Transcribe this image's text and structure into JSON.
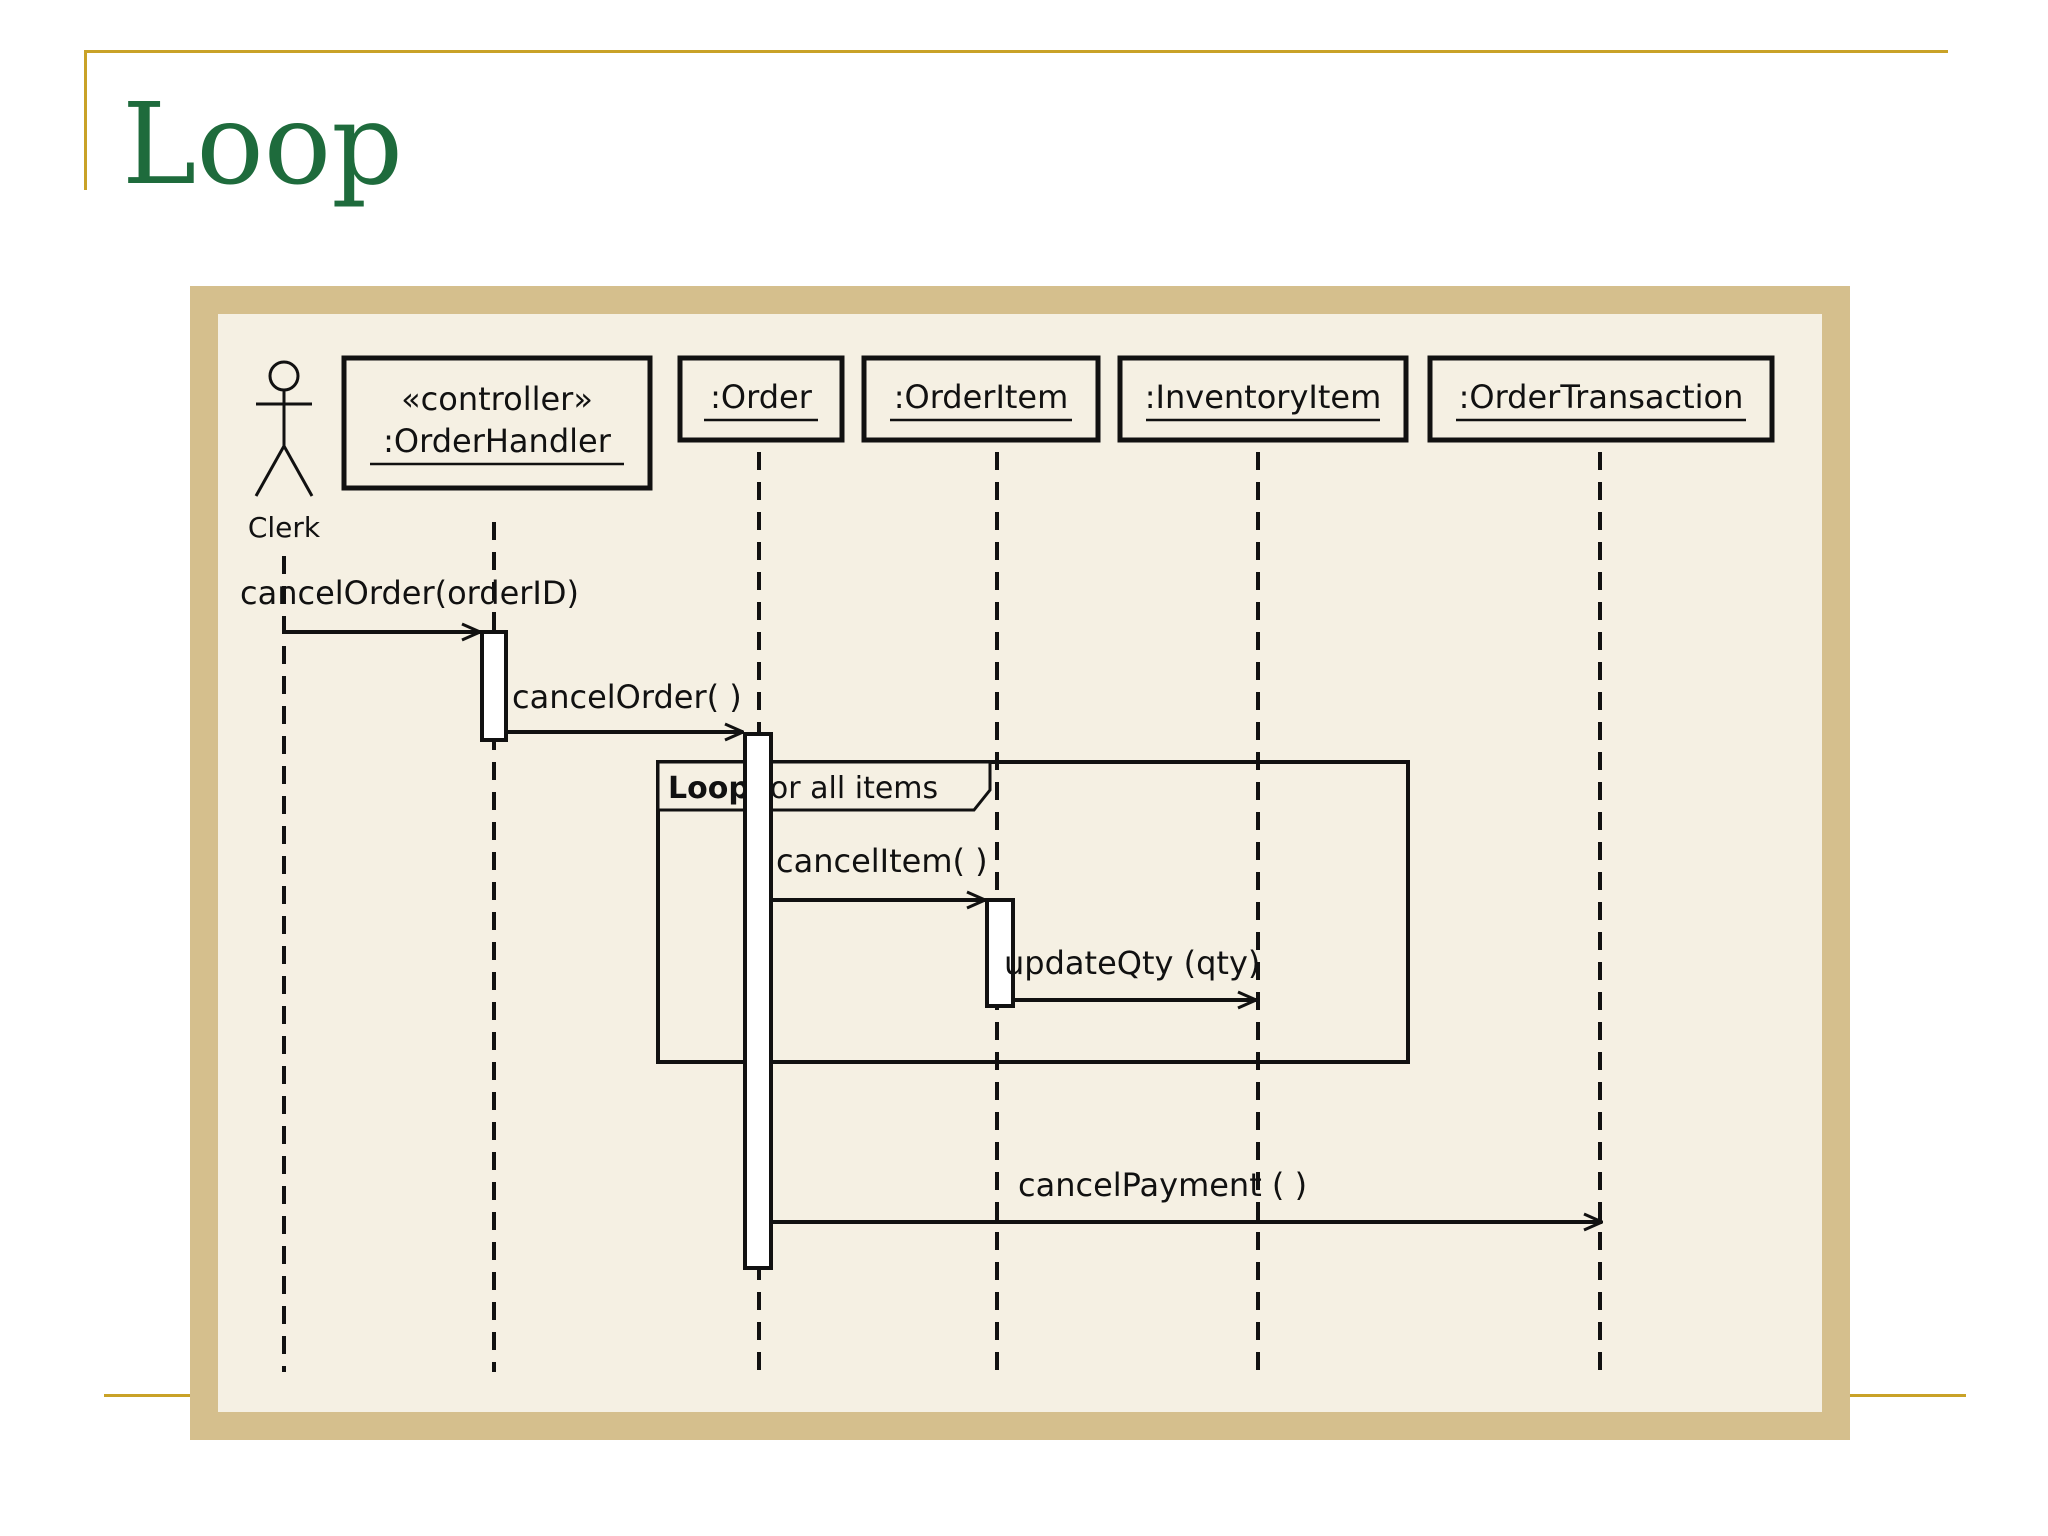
{
  "slide": {
    "title": "Loop"
  },
  "diagram": {
    "actor": {
      "name": "Clerk"
    },
    "participants": [
      {
        "stereotype": "«controller»",
        "name": ":OrderHandler"
      },
      {
        "name": ":Order"
      },
      {
        "name": ":OrderItem"
      },
      {
        "name": ":InventoryItem"
      },
      {
        "name": ":OrderTransaction"
      }
    ],
    "messages": [
      {
        "label": "cancelOrder(orderID)"
      },
      {
        "label": "cancelOrder( )"
      },
      {
        "label": "cancelItem( )"
      },
      {
        "label": "updateQty (qty)"
      },
      {
        "label": "cancelPayment ( )"
      }
    ],
    "fragment": {
      "operator": "Loop",
      "guard": "for all items"
    }
  },
  "colors": {
    "accent_line": "#c9a227",
    "title_green": "#1e6b3c",
    "frame_tan": "#d5bf8d",
    "canvas_cream": "#f5f0e3"
  }
}
